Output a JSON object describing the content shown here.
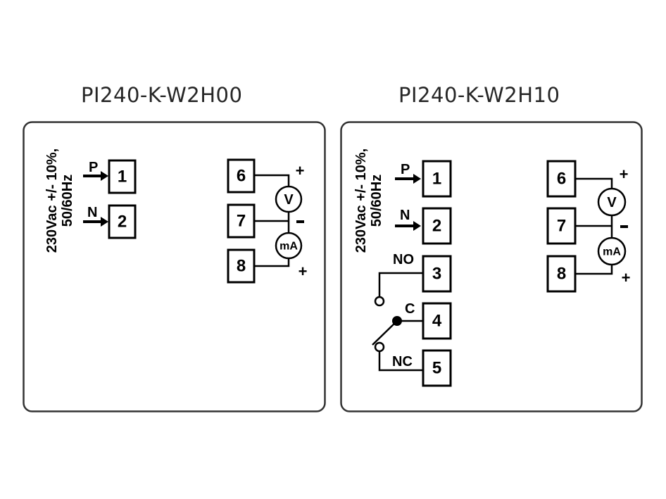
{
  "diagrams": [
    {
      "title": "PI240-K-W2H00",
      "supply_label_line1": "230Vac +/- 10%,",
      "supply_label_line2": "50/60Hz",
      "inputs": [
        {
          "label": "P",
          "terminal": "1"
        },
        {
          "label": "N",
          "terminal": "2"
        }
      ],
      "outputs": [
        {
          "terminal": "6",
          "polarity": "+"
        },
        {
          "terminal": "7",
          "polarity": "-"
        },
        {
          "terminal": "8",
          "polarity": "+"
        }
      ],
      "meters": [
        "V",
        "mA"
      ]
    },
    {
      "title": "PI240-K-W2H10",
      "supply_label_line1": "230Vac +/- 10%,",
      "supply_label_line2": "50/60Hz",
      "inputs": [
        {
          "label": "P",
          "terminal": "1"
        },
        {
          "label": "N",
          "terminal": "2"
        }
      ],
      "relay": [
        {
          "label": "NO",
          "terminal": "3"
        },
        {
          "label": "C",
          "terminal": "4"
        },
        {
          "label": "NC",
          "terminal": "5"
        }
      ],
      "outputs": [
        {
          "terminal": "6",
          "polarity": "+"
        },
        {
          "terminal": "7",
          "polarity": "-"
        },
        {
          "terminal": "8",
          "polarity": "+"
        }
      ],
      "meters": [
        "V",
        "mA"
      ]
    }
  ]
}
